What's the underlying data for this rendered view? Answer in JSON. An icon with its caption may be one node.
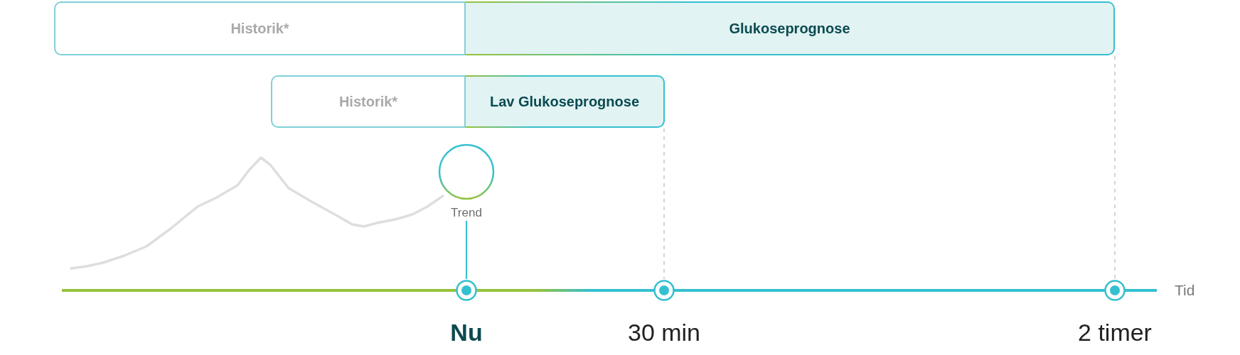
{
  "diagram": {
    "nodes": [
      {
        "text": [
          "Historik*"
        ]
      },
      {
        "text": [
          "Glukoseprognose"
        ]
      },
      {
        "text": [
          "Historik*"
        ]
      },
      {
        "text": [
          "Lav Glukoseprognose"
        ]
      },
      {
        "text": [
          "Trend"
        ]
      },
      {
        "text": [
          "Nu"
        ]
      },
      {
        "text": [
          "30 min"
        ]
      },
      {
        "text": [
          "2 timer"
        ]
      }
    ],
    "edges": [
      {
        "from": 4,
        "to": 5,
        "arrow": "none",
        "color": "#35c0cf"
      },
      {
        "from": 3,
        "to": 6,
        "arrow": "none",
        "style": "dashed"
      },
      {
        "from": 1,
        "to": 7,
        "arrow": "none",
        "style": "dashed"
      }
    ],
    "labels": [
      "Tid"
    ]
  }
}
